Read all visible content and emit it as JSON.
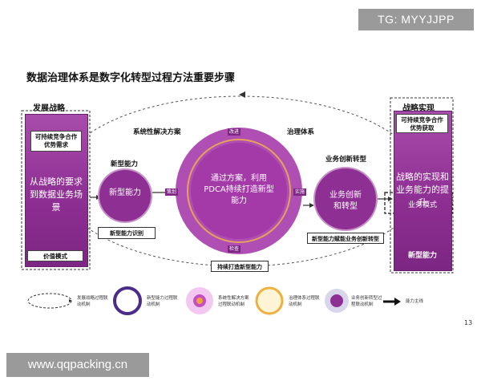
{
  "watermark_top": "TG: MYYJJPP",
  "watermark_bottom": "www.qqpacking.cn",
  "title": "数据治理体系是数字化转型过程方法重要步骤",
  "left_panel": {
    "heading": "发展战略",
    "top_box": "可持续竞争合作优势需求",
    "main_text": "从战略的要求到数据业务场景",
    "bottom_label": "价值模式"
  },
  "right_panel": {
    "heading": "战略实现",
    "top_box": "可持续竞争合作优势获取",
    "main_text": "战略的实现和业务能力的提升",
    "business_model": "业务模式",
    "bottom_label": "新型能力"
  },
  "section_labels": {
    "systemic_solution": "系统性解决方案",
    "governance_system": "治理体系",
    "new_capability": "新型能力",
    "business_innovation": "业务创新转型"
  },
  "left_circle": {
    "text": "新型能力",
    "caption": "新型能力识别"
  },
  "center_circle": {
    "text": "通过方案，利用PDCA持续打造新型能力",
    "tag_top": "改进",
    "tag_left": "策划",
    "tag_right": "实施",
    "tag_bottom": "检查",
    "caption": "持续打造新型能力"
  },
  "right_circle": {
    "text": "业务创新和转型",
    "caption": "新型能力赋能业务创新转型"
  },
  "legend": [
    {
      "icon": "dashed-ellipse-icon",
      "text": "发展战略过程联动机制"
    },
    {
      "icon": "ring-icon",
      "text": "新型能力过程联动机制"
    },
    {
      "icon": "flower-icon",
      "text": "系统性解决方案过程联动机制"
    },
    {
      "icon": "orange-ring-icon",
      "text": "治理体系过程联动机制"
    },
    {
      "icon": "sphere-icon",
      "text": "业务创新转型过程联动机制"
    },
    {
      "icon": "arrow-icon",
      "text": "能力主线"
    }
  ],
  "page_number": "13",
  "colors": {
    "purple": "#8e2f93",
    "purple_light": "#b04fb3",
    "orange": "#f0a040",
    "gray_watermark": "#9a9a9a"
  }
}
